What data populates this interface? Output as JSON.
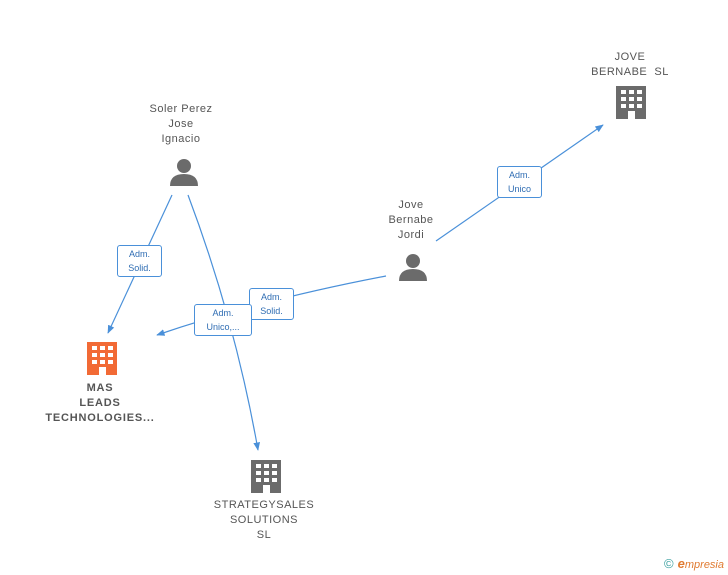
{
  "nodes": {
    "soler": {
      "name_lines": [
        "Soler Perez",
        "Jose",
        "Ignacio"
      ]
    },
    "jordi": {
      "name_lines": [
        "Jove",
        "Bernabe",
        "Jordi"
      ]
    },
    "jove_sl": {
      "name_lines": [
        "JOVE",
        "BERNABE  SL"
      ]
    },
    "mas": {
      "name_lines": [
        "MAS",
        "LEADS",
        "TECHNOLOGIES..."
      ],
      "accent": "#f26a35"
    },
    "strategy": {
      "name_lines": [
        "STRATEGYSALES",
        "SOLUTIONS",
        "SL"
      ]
    }
  },
  "edges": {
    "jordi_jove": [
      "Adm.",
      "Unico"
    ],
    "soler_mas": [
      "Adm.",
      "Solid."
    ],
    "jordi_mas": [
      "Adm.",
      "Solid."
    ],
    "soler_strategy": [
      "Adm.",
      "Unico,..."
    ]
  },
  "colors": {
    "edge": "#4a90d9",
    "person": "#6b6b6b",
    "company": "#6b6b6b",
    "main_company": "#f26a35"
  },
  "footer": {
    "copyright": "©",
    "brand": "mpresia",
    "brand_initial": "e"
  }
}
